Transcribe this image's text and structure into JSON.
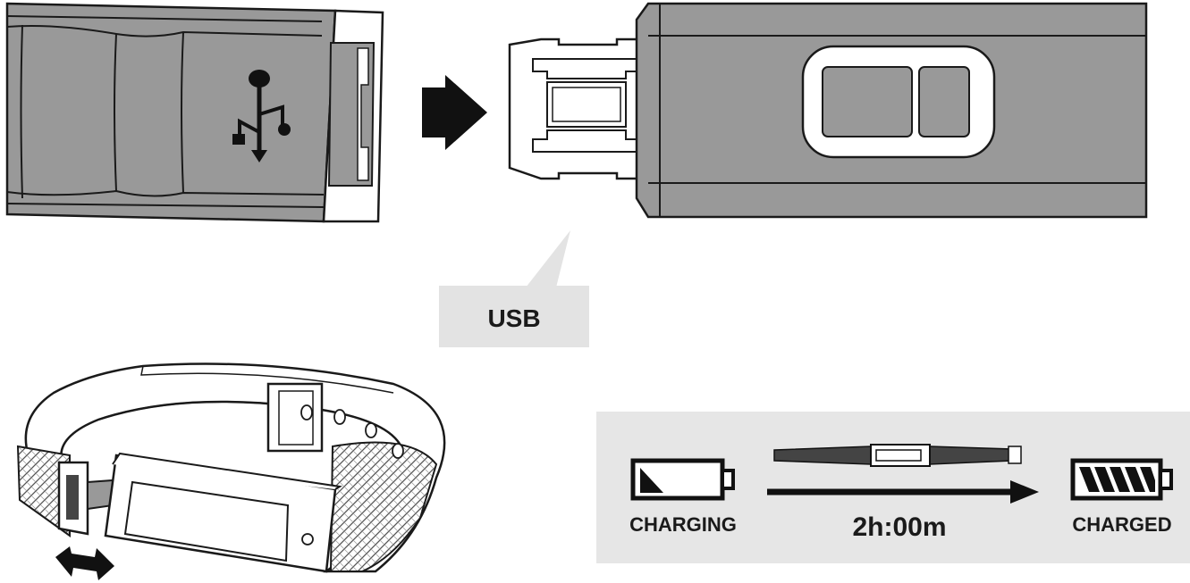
{
  "usb_callout": {
    "label": "USB"
  },
  "charging_panel": {
    "start_label": "CHARGING",
    "duration_label": "2h:00m",
    "end_label": "CHARGED"
  },
  "colors": {
    "band_fill": "#999999",
    "panel_bg": "#e6e6e6",
    "callout_bg": "#e3e3e3",
    "outline": "#1a1a1a"
  },
  "icons": [
    "usb-icon",
    "arrow-right-icon",
    "battery-low-icon",
    "battery-full-icon",
    "double-arrow-icon"
  ]
}
